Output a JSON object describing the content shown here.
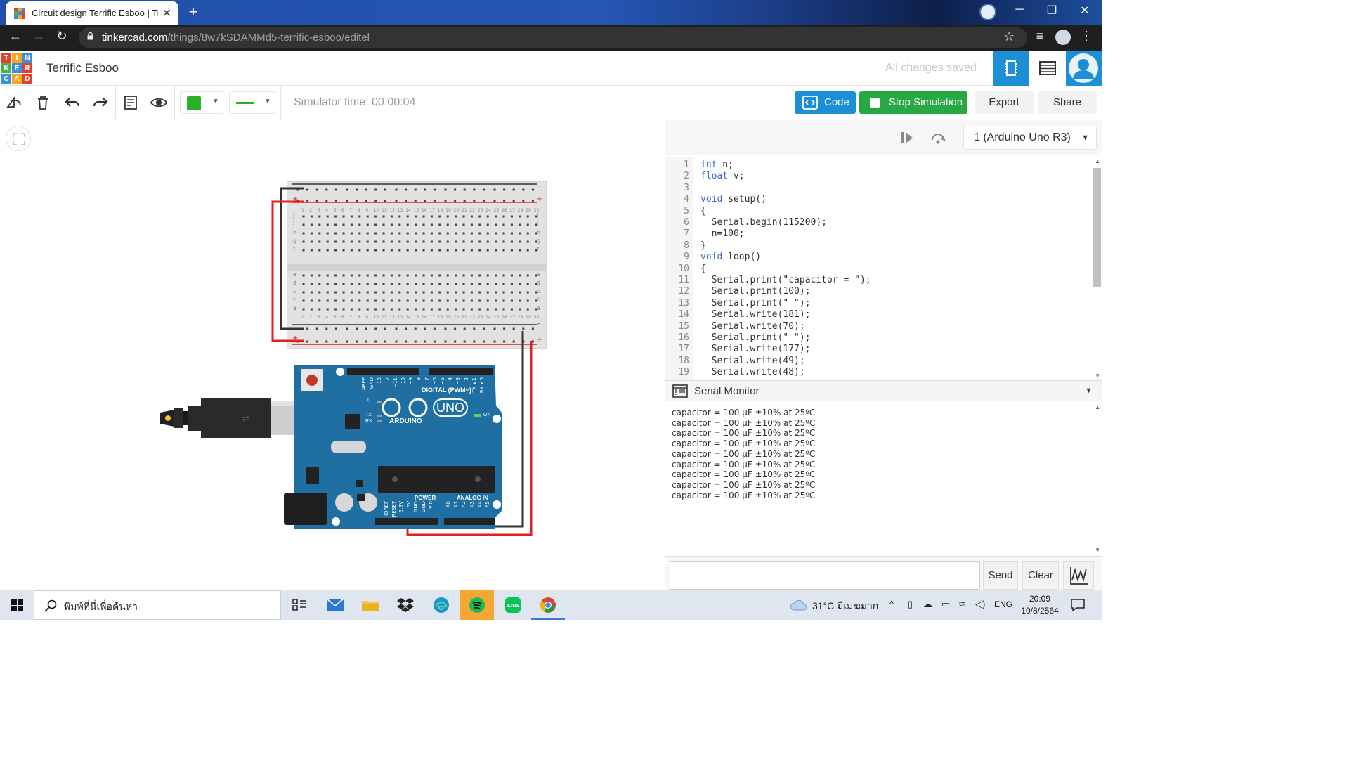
{
  "browser": {
    "tab_title": "Circuit design Terrific Esboo | Tinkercad",
    "close_glyph": "✕",
    "new_tab_glyph": "+",
    "url_host": "tinkercad.com",
    "url_path": "/things/8w7kSDAMMd5-terrific-esboo/editel"
  },
  "app": {
    "logo_letters": [
      "T",
      "I",
      "N",
      "K",
      "E",
      "R",
      "C",
      "A",
      "D"
    ],
    "logo_colors": [
      "#e2412b",
      "#f5a623",
      "#3b8fd8",
      "#4caf50",
      "#3b8fd8",
      "#e2412b",
      "#3b8fd8",
      "#f5a623",
      "#e2412b"
    ],
    "design_title": "Terrific Esboo",
    "save_status": "All changes saved"
  },
  "toolbar": {
    "simulator_time": "Simulator time: 00:00:04",
    "code_label": "Code",
    "stop_label": "Stop Simulation",
    "export_label": "Export",
    "share_label": "Share",
    "fill_color": "#28b028"
  },
  "code_panel": {
    "board_select": "1 (Arduino Uno R3)",
    "lines": [
      "int n;",
      "float v;",
      "",
      "void setup()",
      "{",
      "  Serial.begin(115200);",
      "  n=100;",
      "}",
      "void loop()",
      "{",
      "  Serial.print(\"capacitor = \");",
      "  Serial.print(100);",
      "  Serial.print(\" \");",
      "  Serial.write(181);",
      "  Serial.write(70);",
      "  Serial.print(\" \");",
      "  Serial.write(177);",
      "  Serial.write(49);",
      "  Serial.write(48);"
    ]
  },
  "serial_monitor": {
    "title": "Serial Monitor",
    "output": [
      "capacitor = 100 µF ±10% at 25ºC",
      "capacitor = 100 µF ±10% at 25ºC",
      "capacitor = 100 µF ±10% at 25ºC",
      "capacitor = 100 µF ±10% at 25ºC",
      "capacitor = 100 µF ±10% at 25ºC",
      "capacitor = 100 µF ±10% at 25ºC",
      "capacitor = 100 µF ±10% at 25ºC",
      "capacitor = 100 µF ±10% at 25ºC",
      "capacitor = 100 µF ±10% at 25ºC"
    ],
    "send_label": "Send",
    "clear_label": "Clear"
  },
  "arduino": {
    "top_labels": [
      "AREF",
      "GND",
      "13",
      "12",
      "~11",
      "~10",
      "~9",
      "8",
      "7",
      "~6",
      "~5",
      "4",
      "~3",
      "2",
      "TX▸1",
      "RX◂0"
    ],
    "digital_label": "DIGITAL (PWM~)",
    "brand": "ARDUINO",
    "model": "UNO",
    "led_l": "L",
    "led_tx": "TX",
    "led_rx": "RX",
    "on_label": "ON",
    "power_label": "POWER",
    "analog_label": "ANALOG IN",
    "power_pins": [
      "IOREF",
      "RESET",
      "3.3V",
      "5V",
      "GND",
      "GND",
      "Vin"
    ],
    "analog_pins": [
      "A0",
      "A1",
      "A2",
      "A3",
      "A4",
      "A5"
    ]
  },
  "breadboard": {
    "row_labels_top": [
      "j",
      "i",
      "h",
      "g",
      "f"
    ],
    "row_labels_bottom": [
      "e",
      "d",
      "c",
      "b",
      "a"
    ],
    "column_numbers": [
      "1",
      "2",
      "3",
      "4",
      "5",
      "6",
      "7",
      "8",
      "9",
      "10",
      "11",
      "12",
      "13",
      "14",
      "15",
      "16",
      "17",
      "18",
      "19",
      "20",
      "21",
      "22",
      "23",
      "24",
      "25",
      "26",
      "27",
      "28",
      "29",
      "30"
    ],
    "plus": "+",
    "minus": "-"
  },
  "taskbar": {
    "search_placeholder": "พิมพ์ที่นี่เพื่อค้นหา",
    "weather": "31°C  มีเมฆมาก",
    "language": "ENG",
    "time": "20:09",
    "date": "10/8/2564"
  }
}
